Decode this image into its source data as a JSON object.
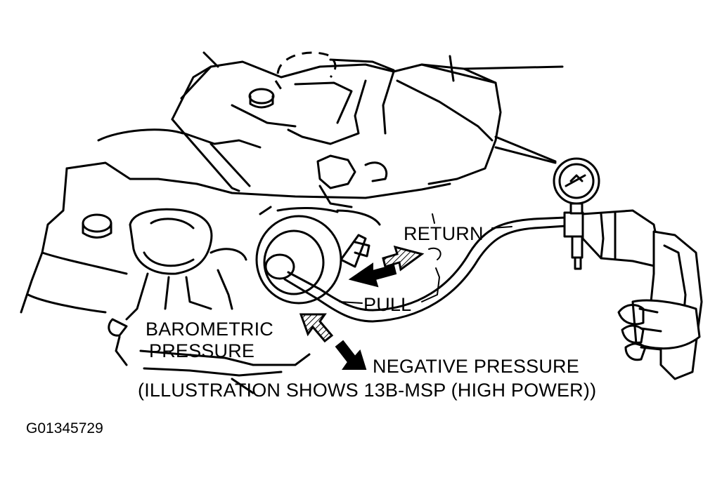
{
  "labels": {
    "return": "RETURN",
    "pull": "PULL",
    "barometric_line1": "BAROMETRIC",
    "barometric_line2": "PRESSURE",
    "negative_pressure": "NEGATIVE PRESSURE",
    "illustration_note": "(ILLUSTRATION SHOWS 13B-MSP (HIGH POWER))",
    "figure_code": "G01345729"
  },
  "colors": {
    "ink": "#000000",
    "paper": "#ffffff"
  }
}
